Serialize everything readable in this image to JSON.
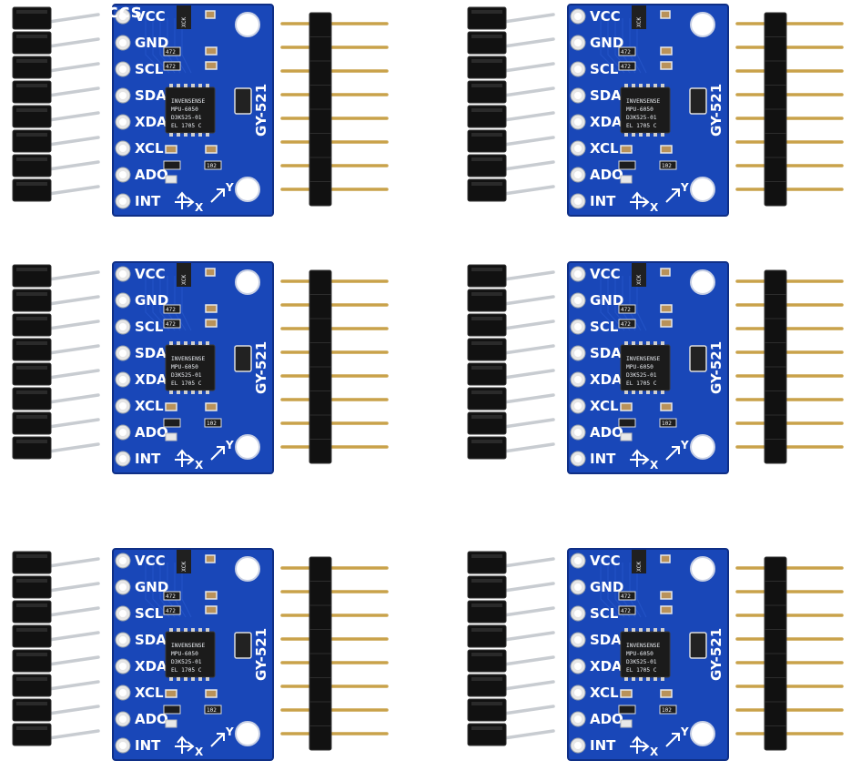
{
  "product": {
    "board_model": "GY-521",
    "chip_lines": [
      "INVENSENSE",
      "MPU-6050",
      "D3K525-01",
      "EL 1705 C"
    ],
    "pin_labels": [
      "VCC",
      "GND",
      "SCL",
      "SDA",
      "XDA",
      "XCL",
      "ADO",
      "INT"
    ],
    "axis_labels": {
      "x": "X",
      "y": "Y"
    },
    "resistor_marks": [
      "472",
      "472",
      "102"
    ],
    "regulator_mark": "XCK",
    "unit_count": 6
  },
  "overlay": {
    "watermark_text": "ccs"
  },
  "colors": {
    "pcb_blue": "#1947b8",
    "pcb_edge": "#0f2f86",
    "header_black": "#111111",
    "pin_gold": "#c9a24a",
    "pin_silver": "#c8ccd1",
    "chip_black": "#1b1b1b",
    "pad_silver": "#e6e6e6",
    "smd_tan": "#b9925a"
  }
}
